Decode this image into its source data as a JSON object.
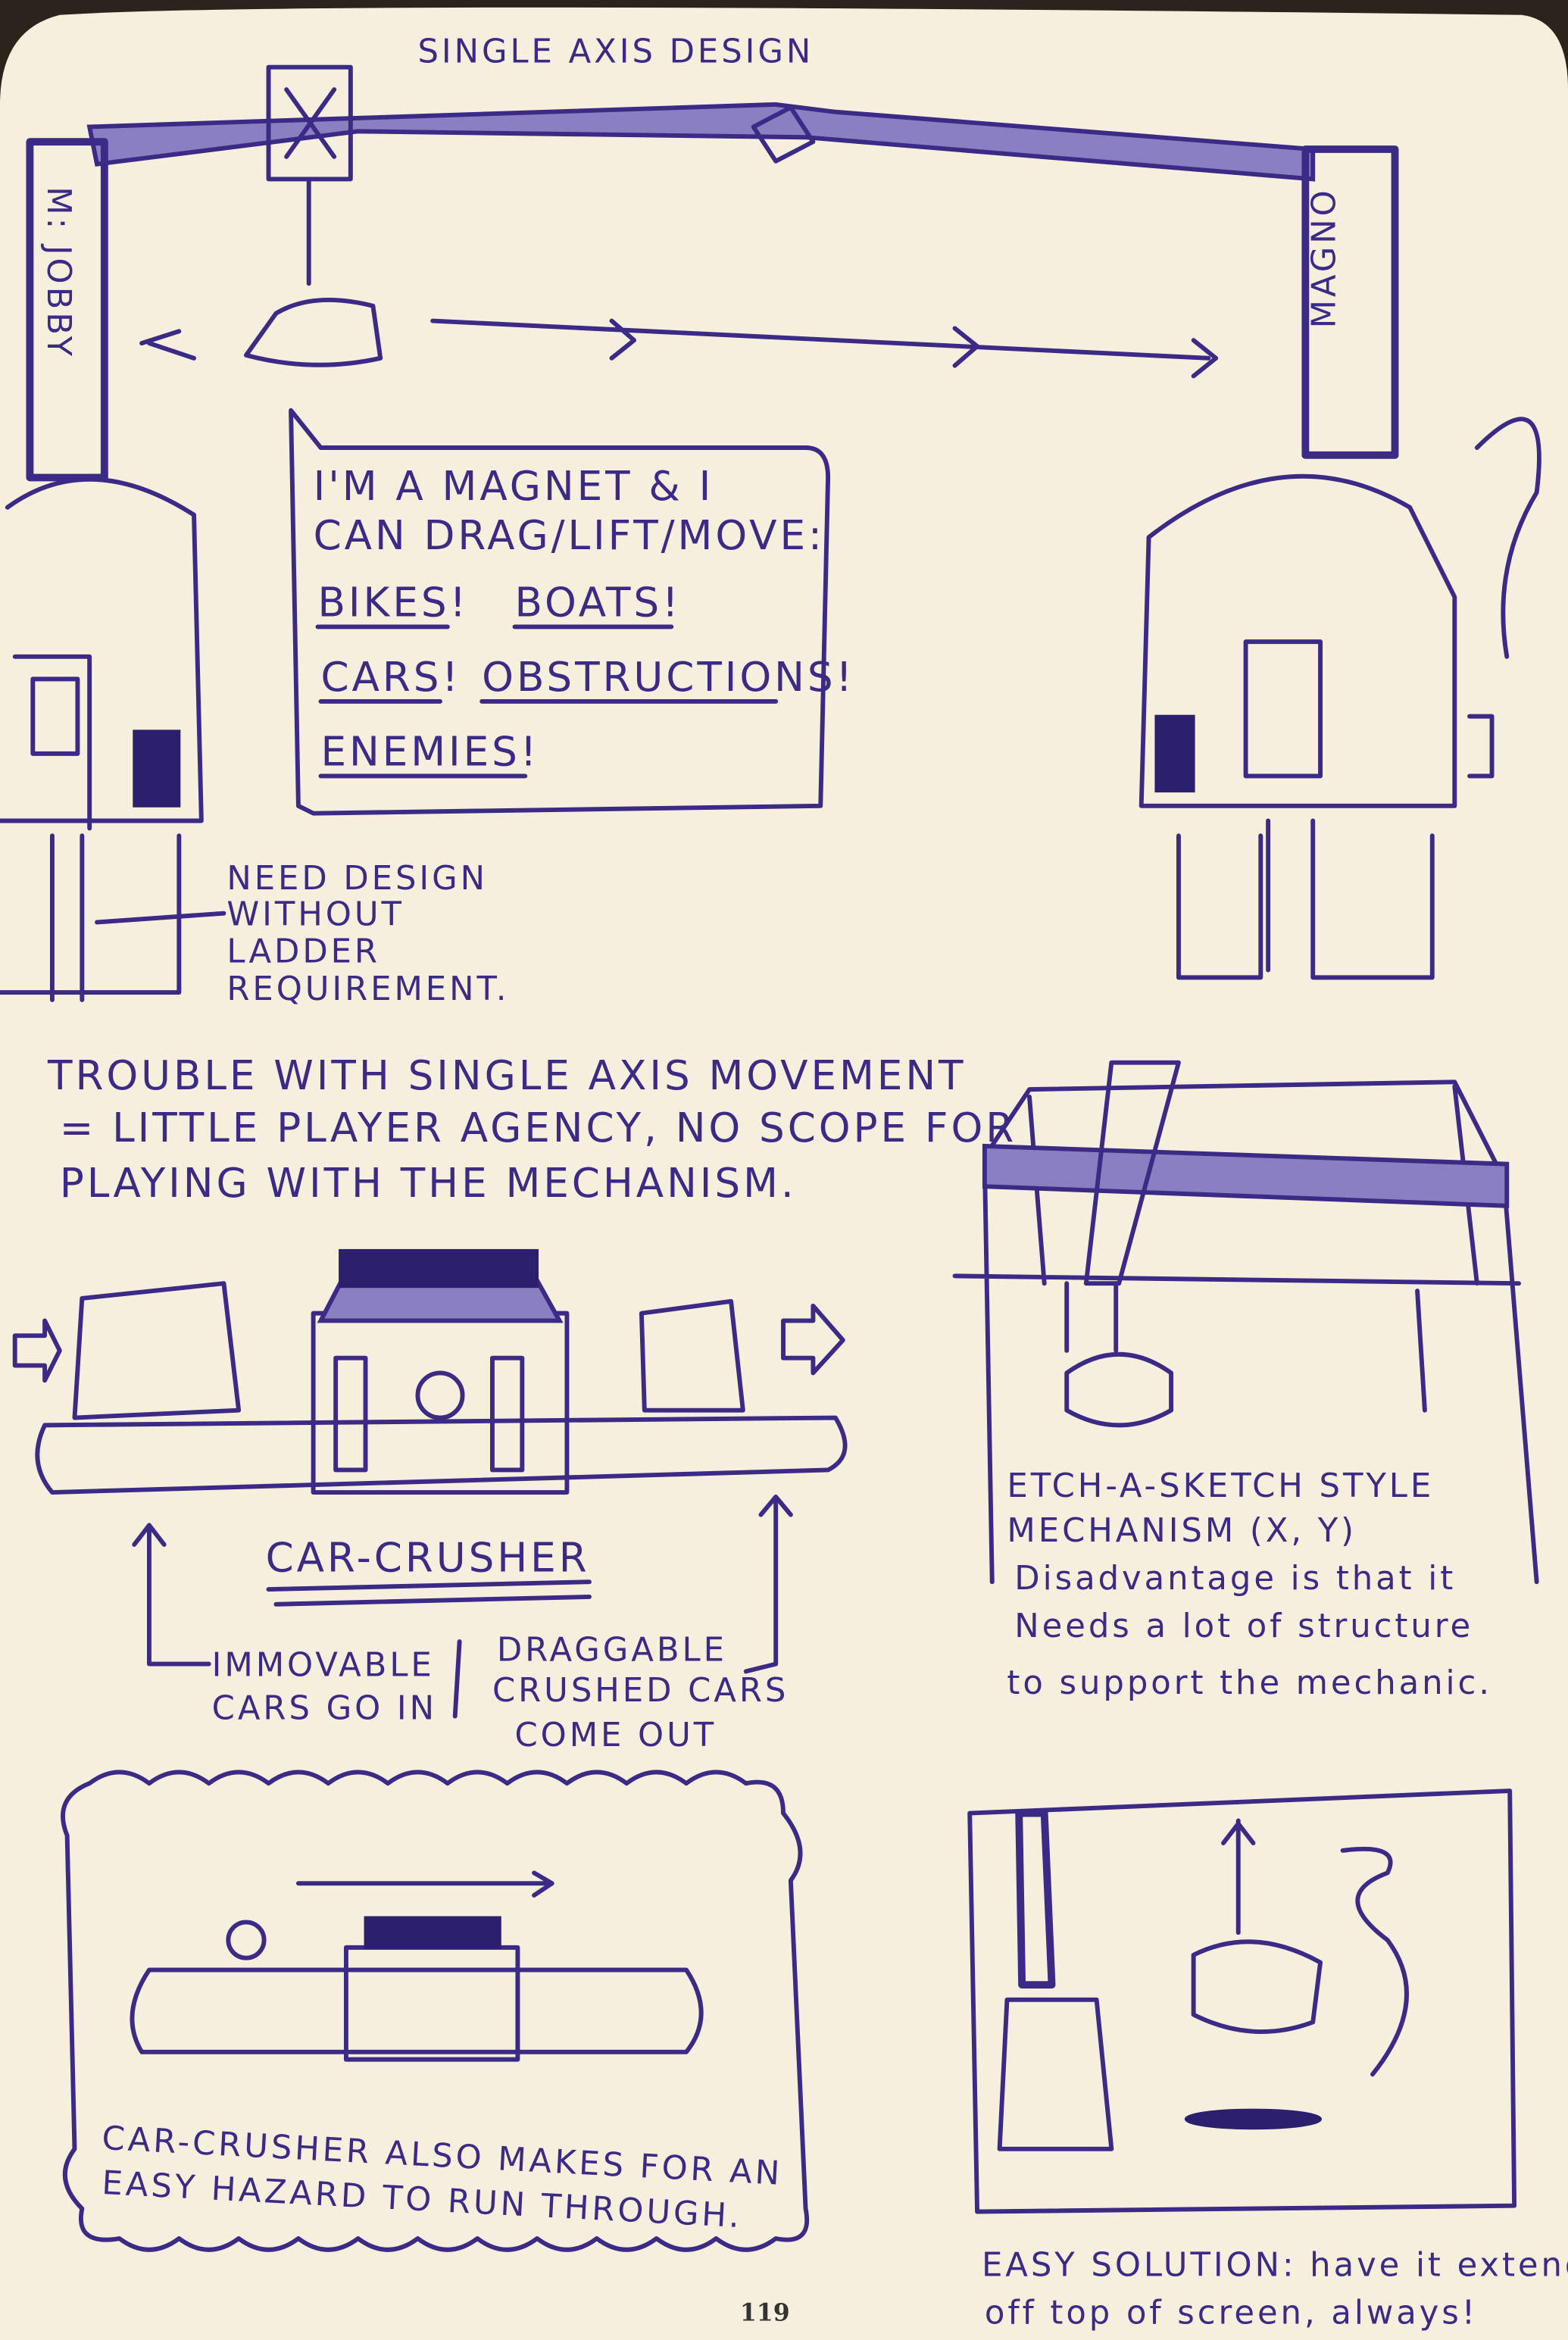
{
  "page": {
    "title": "SINGLE AXIS DESIGN",
    "page_number": "119",
    "ink_color": "#3b2a86",
    "paper_color": "#f6efdd"
  },
  "crane": {
    "left_label": "M: JOBBY",
    "right_label": "MAGNO"
  },
  "speech_bubble": {
    "lines": [
      "I'M A MAGNET & I",
      "CAN DRAG/LIFT/MOVE:"
    ],
    "items": [
      "BIKES!",
      "BOATS!",
      "CARS!",
      "OBSTRUCTIONS!",
      "ENEMIES!"
    ]
  },
  "ladder_note": [
    "NEED DESIGN",
    "WITHOUT",
    "LADDER",
    "REQUIREMENT."
  ],
  "trouble_note": [
    "TROUBLE WITH SINGLE AXIS MOVEMENT",
    "= LITTLE PLAYER AGENCY, NO SCOPE FOR",
    "PLAYING WITH THE MECHANISM."
  ],
  "car_crusher": {
    "title": "CAR-CRUSHER",
    "in_note": [
      "IMMOVABLE",
      "CARS GO IN"
    ],
    "out_note": [
      "DRAGGABLE",
      "CRUSHED CARS",
      "COME OUT"
    ]
  },
  "hazard_note": [
    "CAR-CRUSHER ALSO MAKES FOR AN",
    "EASY HAZARD TO RUN THROUGH."
  ],
  "etch_note": [
    "ETCH-A-SKETCH STYLE",
    "MECHANISM (X, Y)",
    "Disadvantage is that it",
    "Needs a lot of structure",
    "to support the mechanic."
  ],
  "solution_note": [
    "EASY SOLUTION: have it extend",
    "off top of screen, always!"
  ]
}
